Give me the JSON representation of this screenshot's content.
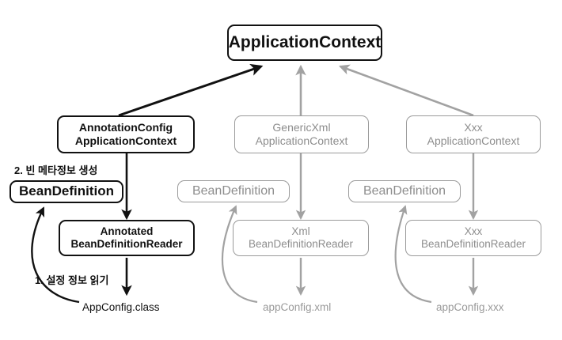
{
  "diagram": {
    "title_node": {
      "label": "ApplicationContext"
    },
    "colors": {
      "active": "#111111",
      "inactive": "#8d8d8d",
      "inactive_border": "#9a9a9a",
      "background": "#ffffff"
    },
    "columns": [
      {
        "id": "annotation",
        "state": "active",
        "context": {
          "line1": "AnnotationConfig",
          "line2": "ApplicationContext"
        },
        "bean_definition": {
          "label": "BeanDefinition"
        },
        "reader": {
          "line1": "Annotated",
          "line2": "BeanDefinitionReader"
        },
        "config_file": {
          "label": "AppConfig.class"
        }
      },
      {
        "id": "xml",
        "state": "inactive",
        "context": {
          "line1": "GenericXml",
          "line2": "ApplicationContext"
        },
        "bean_definition": {
          "label": "BeanDefinition"
        },
        "reader": {
          "line1": "Xml",
          "line2": "BeanDefinitionReader"
        },
        "config_file": {
          "label": "appConfig.xml"
        }
      },
      {
        "id": "xxx",
        "state": "inactive",
        "context": {
          "line1": "Xxx",
          "line2": "ApplicationContext"
        },
        "bean_definition": {
          "label": "BeanDefinition"
        },
        "reader": {
          "line1": "Xxx",
          "line2": "BeanDefinitionReader"
        },
        "config_file": {
          "label": "appConfig.xxx"
        }
      }
    ],
    "step_labels": [
      {
        "id": "step-2",
        "text": "2. 빈 메타정보 생성"
      },
      {
        "id": "step-1",
        "text": "1. 설정 정보 읽기"
      }
    ]
  }
}
